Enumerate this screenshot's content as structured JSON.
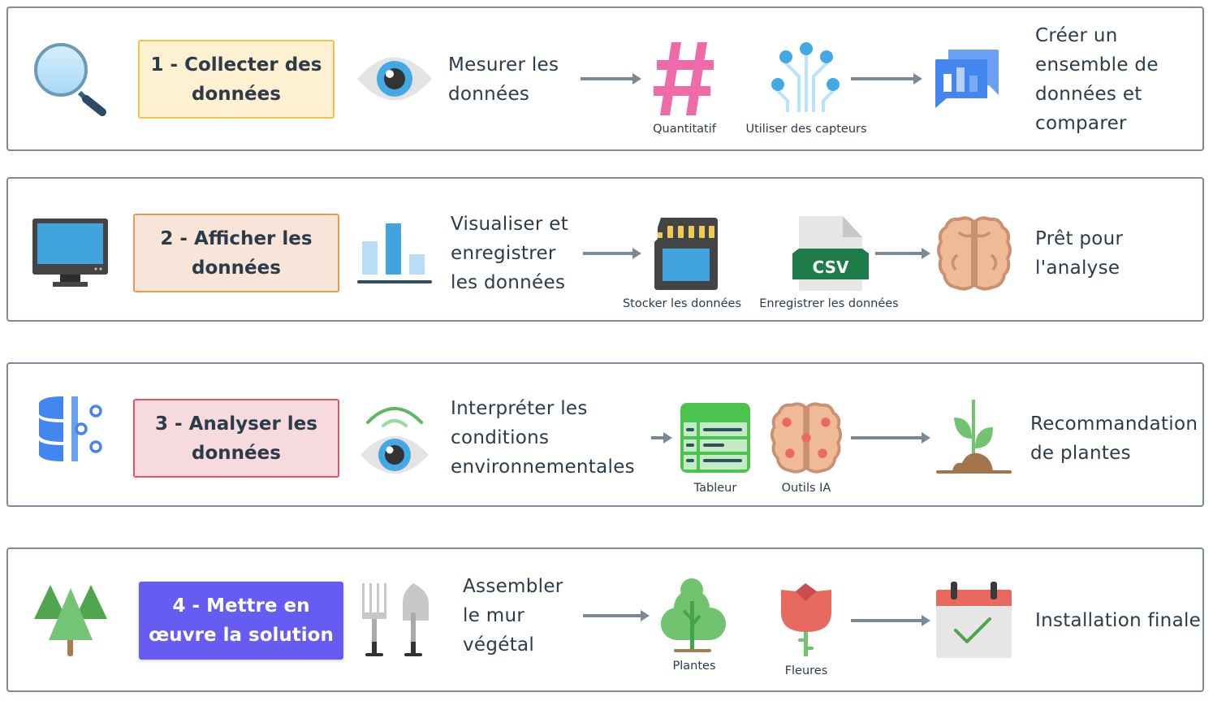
{
  "rows": [
    {
      "step_label": "1 - Collecter des données",
      "step_colors": {
        "background": "#fdf1d2",
        "border": "#f5c242",
        "text": "#2c3b4a"
      },
      "lead_icon": "magnifier-icon",
      "action_icon": "eye-icon",
      "description": "Mesurer les données",
      "tools": [
        {
          "icon": "hash-icon",
          "caption": "Quantitatif"
        },
        {
          "icon": "sensor-circuit-icon",
          "caption": "Utiliser des capteurs"
        }
      ],
      "result_icon": "chart-chat-icon",
      "result_text": "Créer un ensemble de données et comparer"
    },
    {
      "step_label": "2 - Afficher les données",
      "step_colors": {
        "background": "#f9e4d9",
        "border": "#ec9a4e",
        "text": "#2c3b4a"
      },
      "lead_icon": "monitor-icon",
      "action_icon": "bar-chart-icon",
      "description": "Visualiser et enregistrer les données",
      "tools": [
        {
          "icon": "sd-card-icon",
          "caption": "Stocker les données"
        },
        {
          "icon": "csv-file-icon",
          "caption": "Enregistrer les données",
          "badge": "CSV"
        }
      ],
      "result_icon": "brain-icon",
      "result_text": "Prêt pour l'analyse"
    },
    {
      "step_label": "3 - Analyser les données",
      "step_colors": {
        "background": "#f6dadd",
        "border": "#dd5866",
        "text": "#2c3b4a"
      },
      "lead_icon": "database-icon",
      "action_icon": "eye-signal-icon",
      "description": "Interpréter les conditions environnementales",
      "tools": [
        {
          "icon": "spreadsheet-icon",
          "caption": "Tableur"
        },
        {
          "icon": "ai-brain-icon",
          "caption": "Outils IA"
        }
      ],
      "result_icon": "sprout-icon",
      "result_text": "Recommandation de plantes"
    },
    {
      "step_label": "4 - Mettre en œuvre la solution",
      "step_colors": {
        "background": "#675cf2",
        "border": "#675cf2",
        "text": "#ffffff"
      },
      "lead_icon": "trees-icon",
      "action_icon": "garden-tools-icon",
      "description": "Assembler le mur végétal",
      "tools": [
        {
          "icon": "tree-icon",
          "caption": "Plantes"
        },
        {
          "icon": "tulip-icon",
          "caption": "Fleures"
        }
      ],
      "result_icon": "calendar-check-icon",
      "result_text": "Installation finale"
    }
  ],
  "colors": {
    "border": "#7b8896",
    "arrow": "#7b8896",
    "text": "#2c3b4a"
  }
}
